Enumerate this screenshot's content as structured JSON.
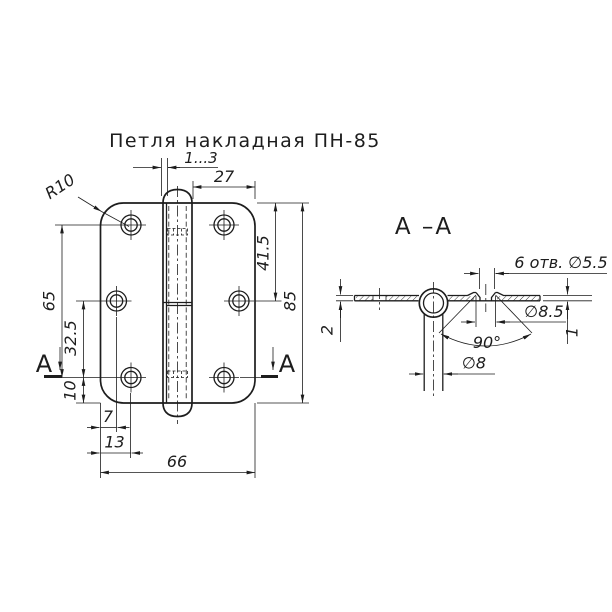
{
  "title": "Петля накладная ПН-85",
  "front_view": {
    "dim_gap": "1...3",
    "dim_knuckle_to_edge": "27",
    "dim_corner_radius": "R10",
    "dim_top_to_mid_hole": "41.5",
    "dim_height": "85",
    "dim_hole_span": "65",
    "dim_mid_to_bottom_hole": "32.5",
    "dim_bottom_offset": "10",
    "dim_mid_hole_from_edge": "7",
    "dim_hole_from_edge": "13",
    "dim_width": "66",
    "section_letter": "А"
  },
  "section_view": {
    "title": "А –А",
    "dim_holes": "6 отв. ∅5.5",
    "dim_countersink_dia": "∅8.5",
    "dim_countersink_angle": "90°",
    "dim_pin_dia": "∅8",
    "dim_leaf_thickness": "2",
    "dim_flange_height": "1"
  },
  "colors": {
    "ink": "#1d1d1d",
    "paper": "#ffffff"
  }
}
